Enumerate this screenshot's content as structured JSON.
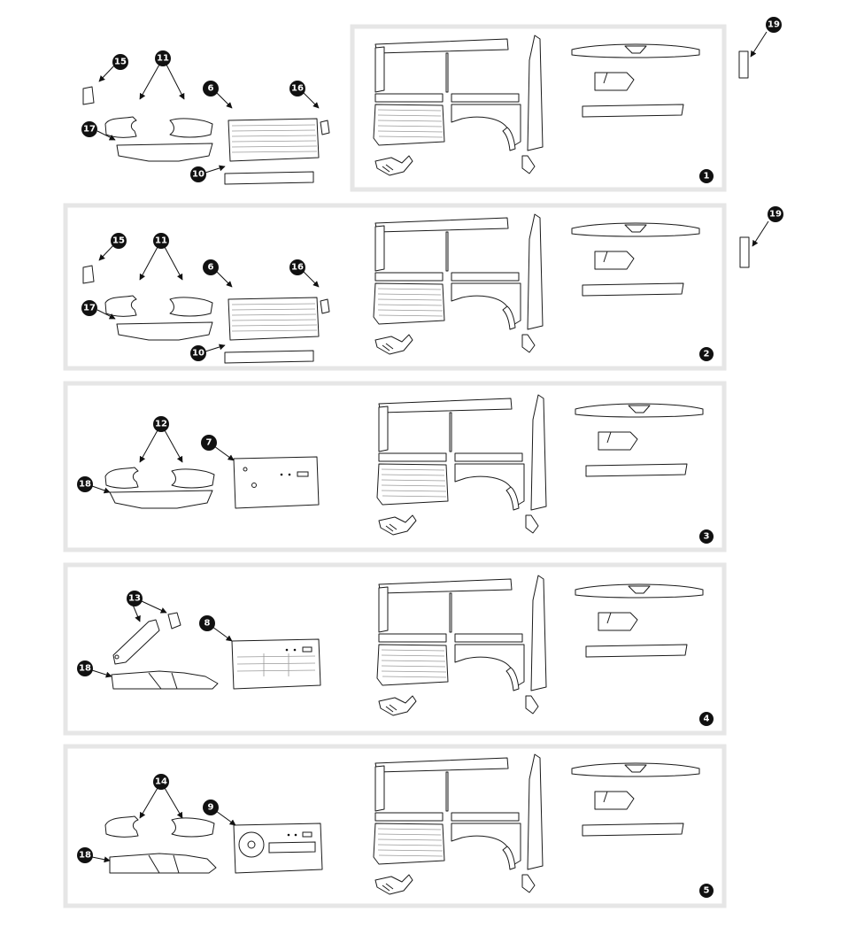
{
  "callouts": {
    "c15a": "15",
    "c11a": "11",
    "c6a": "6",
    "c16a": "16",
    "c17a": "17",
    "c10a": "10",
    "c19a": "19",
    "c15b": "15",
    "c11b": "11",
    "c6b": "6",
    "c16b": "16",
    "c17b": "17",
    "c10b": "10",
    "c19b": "19",
    "c12": "12",
    "c7": "7",
    "c18a": "18",
    "c13": "13",
    "c8": "8",
    "c18b": "18",
    "c14": "14",
    "c9": "9",
    "c18c": "18"
  },
  "variants": [
    "1",
    "2",
    "3",
    "4",
    "5"
  ],
  "colors": {
    "frame": "#e6e6e6",
    "line": "#1a1a1a",
    "badge": "#111111"
  }
}
